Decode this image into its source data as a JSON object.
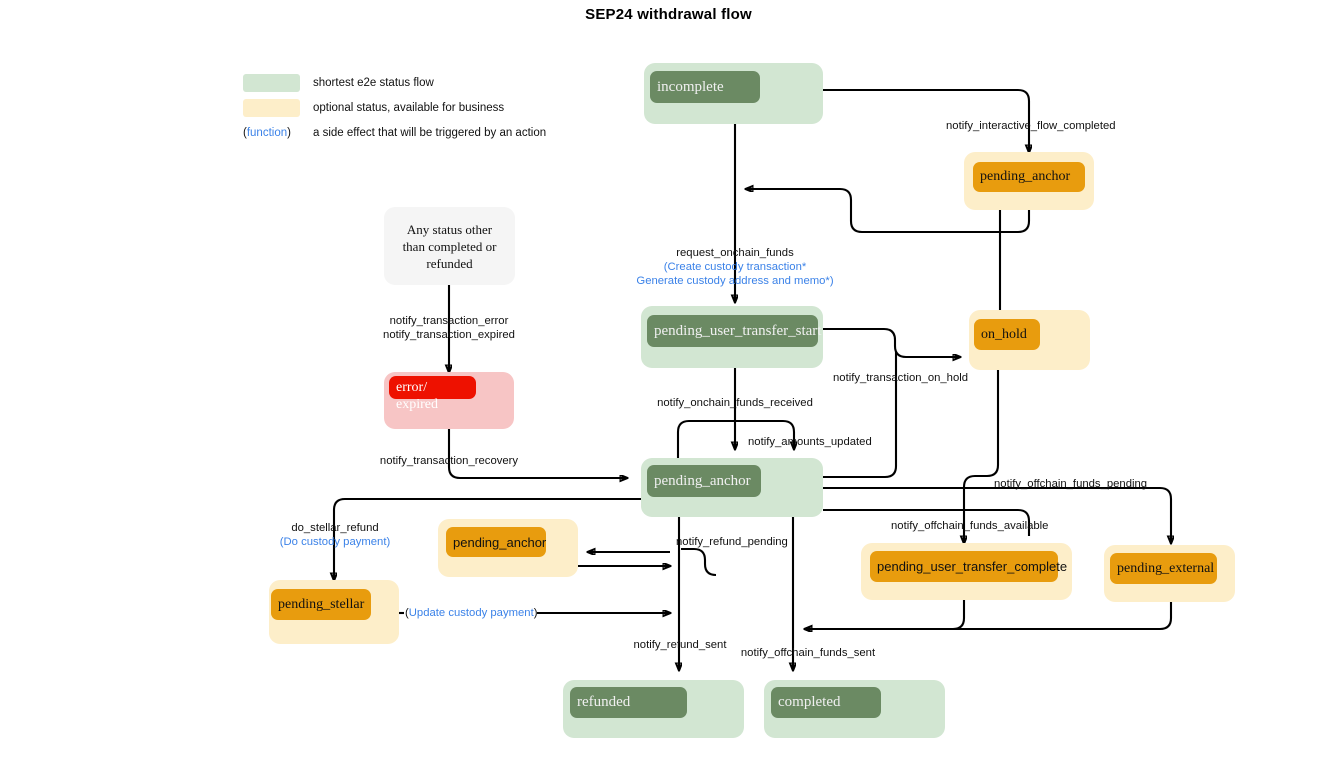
{
  "title": "SEP24 withdrawal flow",
  "legend": {
    "items": [
      {
        "swatch": "#d2e6d2",
        "text": "shortest e2e status flow",
        "kind": "swatch"
      },
      {
        "swatch": "#fdeec9",
        "text": "optional status, available for business",
        "kind": "swatch"
      },
      {
        "tag": "(function)",
        "text": "a side effect that will be triggered by an action",
        "kind": "function"
      }
    ]
  },
  "colors": {
    "green_outer": "#d2e6d2",
    "green_inner": "#6b8a63",
    "yellow_outer": "#fdeec9",
    "orange_inner": "#e89c0e",
    "pink_outer": "#f7c5c5",
    "red_inner": "#ee1100",
    "gray_outer": "#f5f5f5",
    "function_blue": "#3b82e8",
    "edge": "#000000"
  },
  "nodes": {
    "incomplete": {
      "label": "incomplete"
    },
    "any_status": {
      "label_line1": "Any status other",
      "label_line2": "than completed or",
      "label_line3": "refunded"
    },
    "pending_anchor_top": {
      "label": "pending_anchor"
    },
    "pending_user_transfer_start": {
      "label": "pending_user_transfer_start"
    },
    "on_hold": {
      "label": "on_hold"
    },
    "error_expired": {
      "label_line1": "error/",
      "label_line2": "expired"
    },
    "pending_anchor_mid": {
      "label": "pending_anchor"
    },
    "pending_anchor_refund": {
      "label": "pending_anchor"
    },
    "pending_stellar": {
      "label": "pending_stellar"
    },
    "pending_user_transfer_complete": {
      "label": "pending_user_transfer_complete"
    },
    "pending_external": {
      "label": "pending_external"
    },
    "refunded": {
      "label": "refunded"
    },
    "completed": {
      "label": "completed"
    }
  },
  "edge_labels": {
    "notify_interactive_flow_completed": "notify_interactive_flow_completed",
    "request_onchain_funds": "request_onchain_funds",
    "request_onchain_funds_fn1": "(Create custody transaction*",
    "request_onchain_funds_fn2": "Generate custody address and memo*)",
    "notify_transaction_error": "notify_transaction_error",
    "notify_transaction_expired": "notify_transaction_expired",
    "notify_transaction_recovery": "notify_transaction_recovery",
    "notify_onchain_funds_received": "notify_onchain_funds_received",
    "notify_amounts_updated": "notify_amounts_updated",
    "notify_transaction_on_hold": "notify_transaction_on_hold",
    "notify_offchain_funds_pending": "notify_offchain_funds_pending",
    "notify_offchain_funds_available": "notify_offchain_funds_available",
    "notify_refund_pending": "notify_refund_pending",
    "notify_refund_sent": "notify_refund_sent",
    "notify_offchain_funds_sent": "notify_offchain_funds_sent",
    "do_stellar_refund": "do_stellar_refund",
    "do_stellar_refund_fn": "(Do custody payment)",
    "update_custody_payment_pre": "(",
    "update_custody_payment_fn": "Update custody payment",
    "update_custody_payment_post": ")"
  }
}
